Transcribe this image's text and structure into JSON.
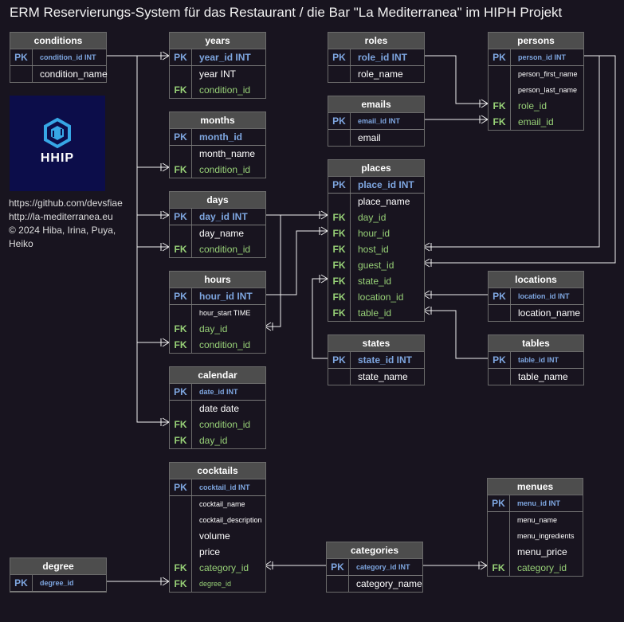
{
  "title": "ERM Reservierungs-System für das Restaurant / die Bar \"La Mediterranea\" im HIPH Projekt",
  "logo": {
    "text": "HHIP",
    "icon": "hhip-cube-logo"
  },
  "info": [
    "https://github.com/devsfiae",
    "http://la-mediterranea.eu",
    "© 2024 Hiba, Irina, Puya,",
    "Heiko"
  ],
  "colors": {
    "pk": "#7ea6e0",
    "fk": "#97d077",
    "header": "#4d4d4d",
    "background": "#18141f"
  },
  "tables": {
    "conditions": {
      "name": "conditions",
      "rows": [
        {
          "key": "PK",
          "field": "condition_id INT"
        },
        {
          "key": "",
          "field": "condition_name"
        }
      ]
    },
    "years": {
      "name": "years",
      "rows": [
        {
          "key": "PK",
          "field": "year_id INT"
        },
        {
          "key": "",
          "field": "year INT"
        },
        {
          "key": "FK",
          "field": "condition_id"
        }
      ]
    },
    "months": {
      "name": "months",
      "rows": [
        {
          "key": "PK",
          "field": "month_id"
        },
        {
          "key": "",
          "field": "month_name"
        },
        {
          "key": "FK",
          "field": "condition_id"
        }
      ]
    },
    "days": {
      "name": "days",
      "rows": [
        {
          "key": "PK",
          "field": "day_id INT"
        },
        {
          "key": "",
          "field": "day_name"
        },
        {
          "key": "FK",
          "field": "condition_id"
        }
      ]
    },
    "hours": {
      "name": "hours",
      "rows": [
        {
          "key": "PK",
          "field": "hour_id INT"
        },
        {
          "key": "",
          "field": "hour_start TIME"
        },
        {
          "key": "FK",
          "field": "day_id"
        },
        {
          "key": "FK",
          "field": "condition_id"
        }
      ]
    },
    "calendar": {
      "name": "calendar",
      "rows": [
        {
          "key": "PK",
          "field": "date_id INT"
        },
        {
          "key": "",
          "field": "date date"
        },
        {
          "key": "FK",
          "field": "condition_id"
        },
        {
          "key": "FK",
          "field": "day_id"
        }
      ]
    },
    "cocktails": {
      "name": "cocktails",
      "rows": [
        {
          "key": "PK",
          "field": "cocktail_id INT"
        },
        {
          "key": "",
          "field": "cocktail_name"
        },
        {
          "key": "",
          "field": "cocktail_description"
        },
        {
          "key": "",
          "field": "volume"
        },
        {
          "key": "",
          "field": "price"
        },
        {
          "key": "FK",
          "field": "category_id"
        },
        {
          "key": "FK",
          "field": "degree_id"
        }
      ]
    },
    "degree": {
      "name": "degree",
      "rows": [
        {
          "key": "PK",
          "field": "degree_id"
        }
      ]
    },
    "roles": {
      "name": "roles",
      "rows": [
        {
          "key": "PK",
          "field": "role_id INT"
        },
        {
          "key": "",
          "field": "role_name"
        }
      ]
    },
    "emails": {
      "name": "emails",
      "rows": [
        {
          "key": "PK",
          "field": "email_id INT"
        },
        {
          "key": "",
          "field": "email"
        }
      ]
    },
    "places": {
      "name": "places",
      "rows": [
        {
          "key": "PK",
          "field": "place_id INT"
        },
        {
          "key": "",
          "field": "place_name"
        },
        {
          "key": "FK",
          "field": "day_id"
        },
        {
          "key": "FK",
          "field": "hour_id"
        },
        {
          "key": "FK",
          "field": "host_id"
        },
        {
          "key": "FK",
          "field": "guest_id"
        },
        {
          "key": "FK",
          "field": "state_id"
        },
        {
          "key": "FK",
          "field": "location_id"
        },
        {
          "key": "FK",
          "field": "table_id"
        }
      ]
    },
    "states": {
      "name": "states",
      "rows": [
        {
          "key": "PK",
          "field": "state_id INT"
        },
        {
          "key": "",
          "field": "state_name"
        }
      ]
    },
    "categories": {
      "name": "categories",
      "rows": [
        {
          "key": "PK",
          "field": "category_id INT"
        },
        {
          "key": "",
          "field": "category_name"
        }
      ]
    },
    "persons": {
      "name": "persons",
      "rows": [
        {
          "key": "PK",
          "field": "person_id INT"
        },
        {
          "key": "",
          "field": "person_first_name"
        },
        {
          "key": "",
          "field": "person_last_name"
        },
        {
          "key": "FK",
          "field": "role_id"
        },
        {
          "key": "FK",
          "field": "email_id"
        }
      ]
    },
    "locations": {
      "name": "locations",
      "rows": [
        {
          "key": "PK",
          "field": "location_id INT"
        },
        {
          "key": "",
          "field": "location_name"
        }
      ]
    },
    "tables": {
      "name": "tables",
      "rows": [
        {
          "key": "PK",
          "field": "table_id INT"
        },
        {
          "key": "",
          "field": "table_name"
        }
      ]
    },
    "menues": {
      "name": "menues",
      "rows": [
        {
          "key": "PK",
          "field": "menu_id INT"
        },
        {
          "key": "",
          "field": "menu_name"
        },
        {
          "key": "",
          "field": "menu_ingredients"
        },
        {
          "key": "",
          "field": "menu_price"
        },
        {
          "key": "FK",
          "field": "category_id"
        }
      ]
    }
  }
}
